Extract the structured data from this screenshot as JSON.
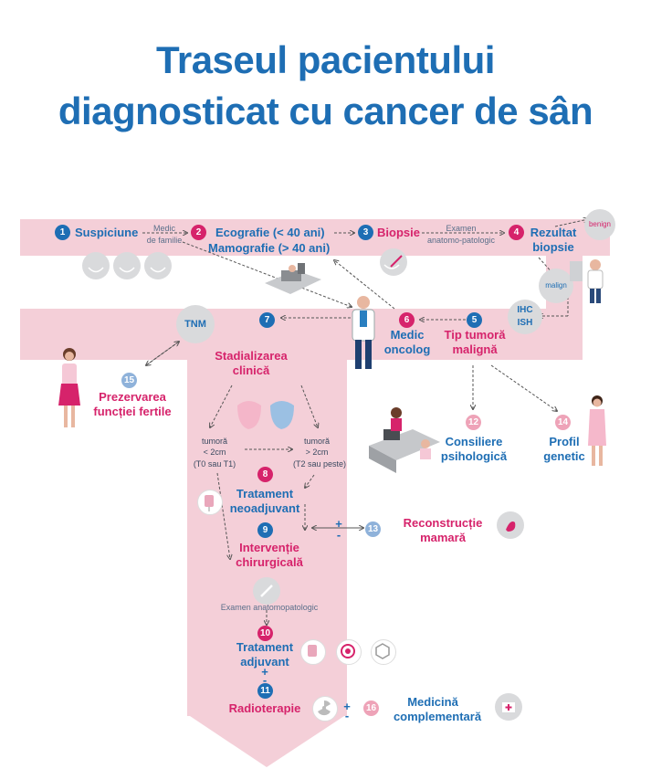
{
  "title": {
    "line1": "Traseul pacientului",
    "line2": "diagnosticat cu cancer de sân"
  },
  "steps": {
    "s1": {
      "num": "1",
      "label": "Suspiciune"
    },
    "s1_note": {
      "l1": "Medic",
      "l2": "de familie"
    },
    "s2": {
      "num": "2",
      "l1": "Ecografie (< 40 ani)",
      "l2": "Mamografie (> 40 ani)"
    },
    "s3": {
      "num": "3",
      "label": "Biopsie"
    },
    "s3_note": {
      "l1": "Examen",
      "l2": "anatomo-patologic"
    },
    "s4": {
      "num": "4",
      "l1": "Rezultat",
      "l2": "biopsie"
    },
    "benign": "benign",
    "malign": "malign",
    "ihc": {
      "l1": "IHC",
      "l2": "ISH"
    },
    "s5": {
      "num": "5",
      "l1": "Tip tumoră",
      "l2": "malignă"
    },
    "s6": {
      "num": "6",
      "l1": "Medic",
      "l2": "oncolog"
    },
    "s7": {
      "num": "7"
    },
    "tnm": "TNM",
    "staging": {
      "l1": "Stadializarea",
      "l2": "clinică"
    },
    "tumor_small": {
      "l1": "tumoră",
      "l2": "< 2cm",
      "l3": "(T0 sau T1)"
    },
    "tumor_large": {
      "l1": "tumoră",
      "l2": "> 2cm",
      "l3": "(T2 sau peste)"
    },
    "s8": {
      "num": "8",
      "l1": "Tratament",
      "l2": "neoadjuvant"
    },
    "s9": {
      "num": "9",
      "l1": "Intervenție",
      "l2": "chirurgicală"
    },
    "exam": "Examen anatomopatologic",
    "s10": {
      "num": "10",
      "l1": "Tratament",
      "l2": "adjuvant"
    },
    "s11": {
      "num": "11",
      "label": "Radioterapie"
    },
    "s12": {
      "num": "12",
      "l1": "Consiliere",
      "l2": "psihologică"
    },
    "s13": {
      "num": "13",
      "l1": "Reconstrucție",
      "l2": "mamară"
    },
    "s14": {
      "num": "14",
      "l1": "Profil",
      "l2": "genetic"
    },
    "s15": {
      "num": "15",
      "l1": "Prezervarea",
      "l2": "funcției fertile"
    },
    "s16": {
      "num": "16",
      "l1": "Medicină",
      "l2": "complementară"
    },
    "plusminus": {
      "plus": "+",
      "minus": "-"
    }
  },
  "colors": {
    "blue": "#1e6eb4",
    "magenta": "#d6236b",
    "band": "#f4cfd8"
  },
  "icons": [
    "breast-icon",
    "patient-scan-icon",
    "biopsy-icon",
    "microscope-doctor-icon",
    "doctor-icon",
    "woman-icon",
    "counseling-icon",
    "drip-bag-icon",
    "target-icon",
    "radiation-icon",
    "medkit-icon",
    "scalpel-icon",
    "reconstruction-icon"
  ]
}
